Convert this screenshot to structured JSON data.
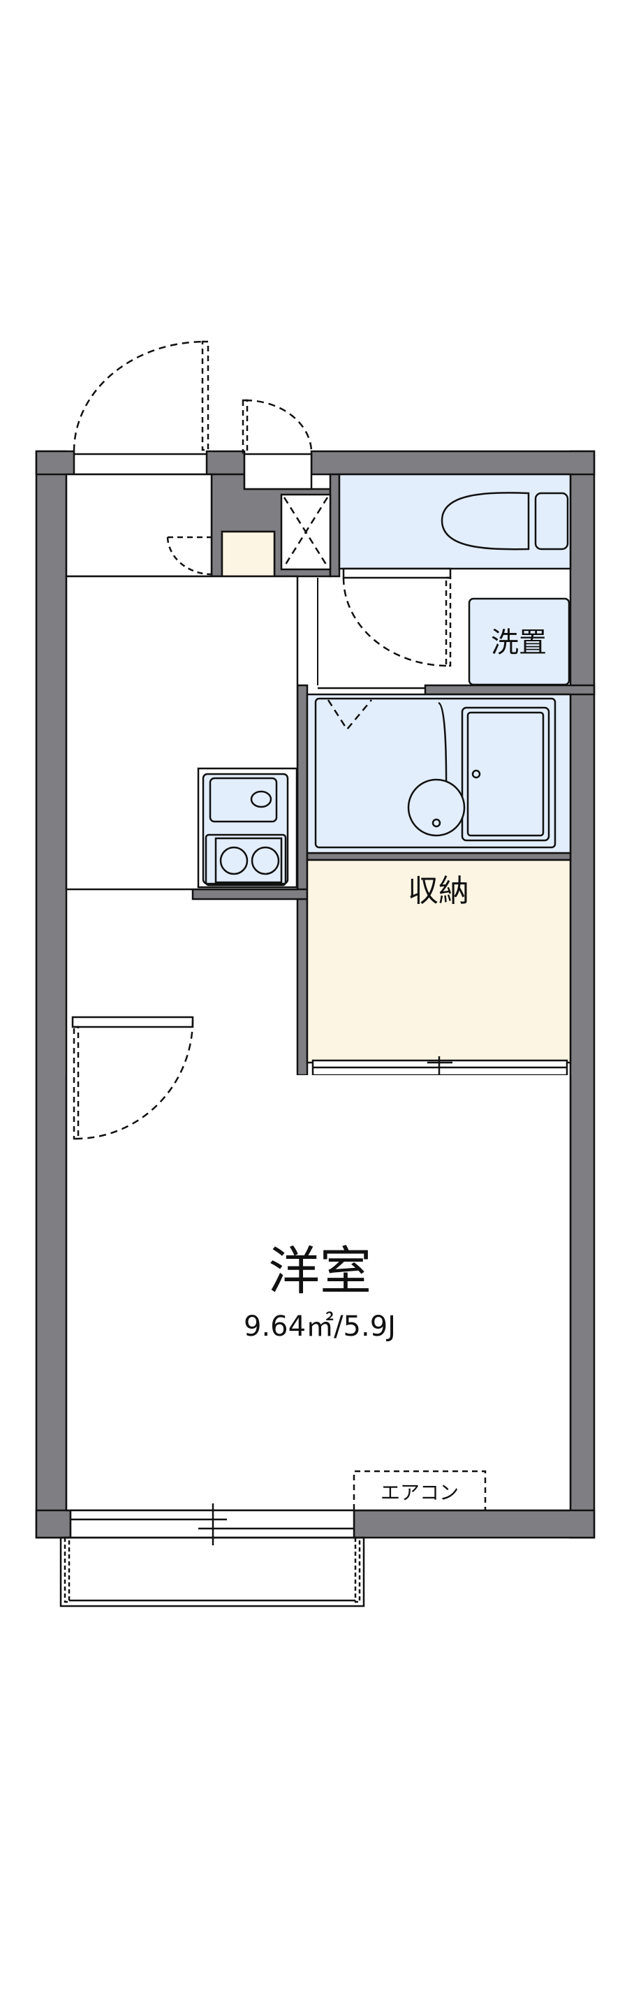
{
  "floorplan": {
    "rooms": {
      "western_room": {
        "label": "洋室",
        "area": "9.64㎡/5.9J"
      },
      "storage": {
        "label": "収納"
      },
      "laundry": {
        "label": "洗置"
      },
      "aircon": {
        "label": "エアコン"
      }
    },
    "colors": {
      "wall": "#7f7f83",
      "wet_area": "#e3eefc",
      "storage_fill": "#fdf5e3",
      "line": "#111111"
    }
  }
}
